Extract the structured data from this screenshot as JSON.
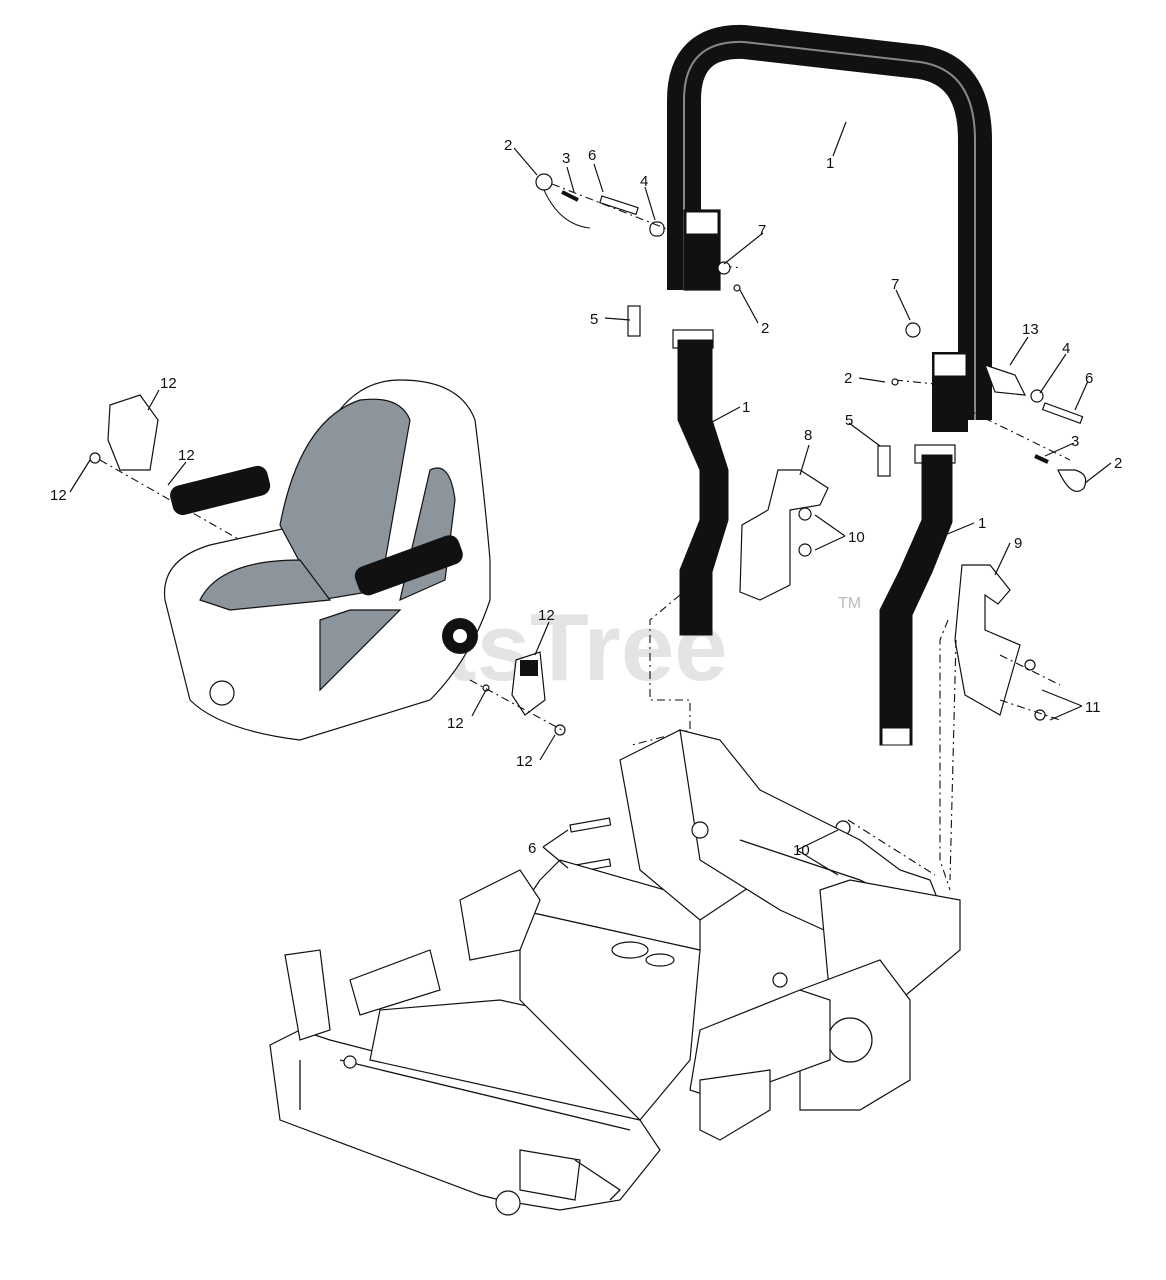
{
  "watermark": {
    "text": "PartsTree",
    "tm": "TM"
  },
  "callouts": [
    {
      "id": "c1a",
      "label": "1"
    },
    {
      "id": "c1b",
      "label": "1"
    },
    {
      "id": "c1c",
      "label": "1"
    },
    {
      "id": "c2a",
      "label": "2"
    },
    {
      "id": "c2b",
      "label": "2"
    },
    {
      "id": "c2c",
      "label": "2"
    },
    {
      "id": "c2d",
      "label": "2"
    },
    {
      "id": "c3a",
      "label": "3"
    },
    {
      "id": "c3b",
      "label": "3"
    },
    {
      "id": "c4a",
      "label": "4"
    },
    {
      "id": "c4b",
      "label": "4"
    },
    {
      "id": "c5a",
      "label": "5"
    },
    {
      "id": "c5b",
      "label": "5"
    },
    {
      "id": "c6a",
      "label": "6"
    },
    {
      "id": "c6b",
      "label": "6"
    },
    {
      "id": "c6c",
      "label": "6"
    },
    {
      "id": "c7a",
      "label": "7"
    },
    {
      "id": "c7b",
      "label": "7"
    },
    {
      "id": "c8",
      "label": "8"
    },
    {
      "id": "c9",
      "label": "9"
    },
    {
      "id": "c10a",
      "label": "10"
    },
    {
      "id": "c10b",
      "label": "10"
    },
    {
      "id": "c11",
      "label": "11"
    },
    {
      "id": "c12a",
      "label": "12"
    },
    {
      "id": "c12b",
      "label": "12"
    },
    {
      "id": "c12c",
      "label": "12"
    },
    {
      "id": "c12d",
      "label": "12"
    },
    {
      "id": "c12e",
      "label": "12"
    },
    {
      "id": "c12f",
      "label": "12"
    },
    {
      "id": "c13",
      "label": "13"
    }
  ]
}
